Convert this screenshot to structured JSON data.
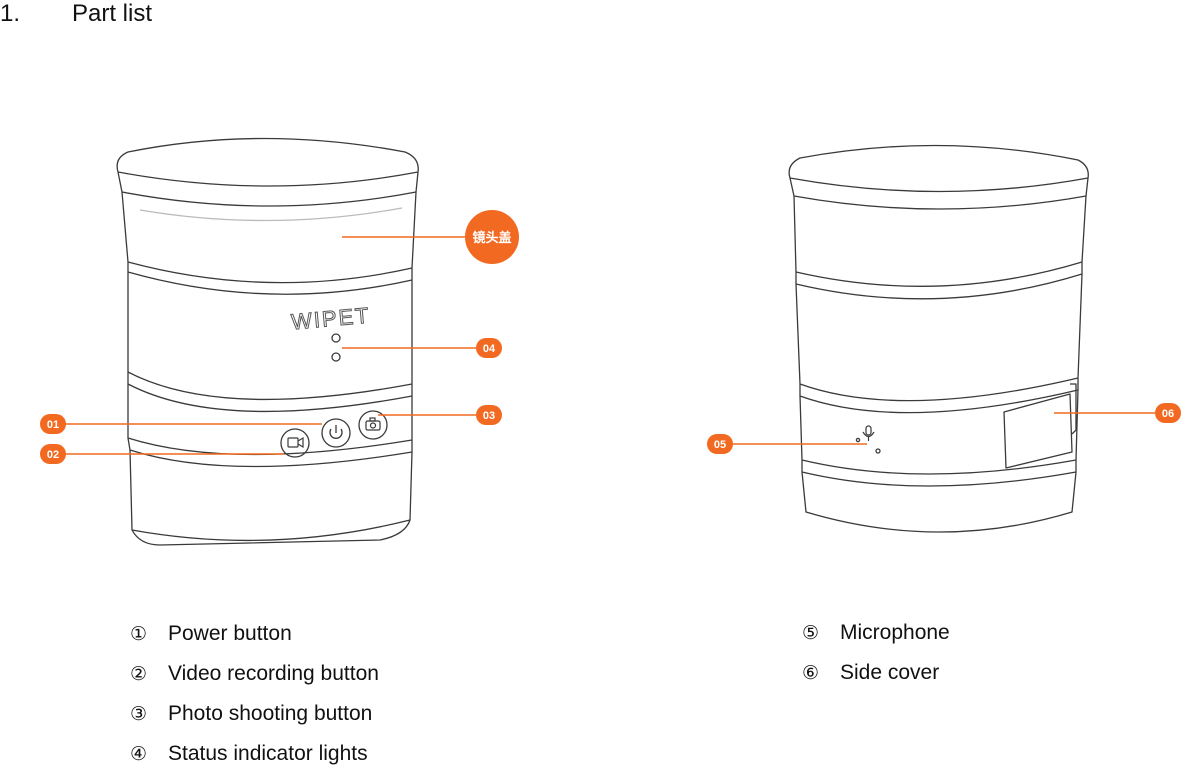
{
  "heading": {
    "number": "1.",
    "title": "Part list"
  },
  "callouts": {
    "lens_cover": "镜头盖",
    "c01": "01",
    "c02": "02",
    "c03": "03",
    "c04": "04",
    "c05": "05",
    "c06": "06"
  },
  "brand": "WIPET",
  "colors": {
    "accent": "#f26a21",
    "outline": "#3a3a3a"
  },
  "parts_left": [
    {
      "mark": "①",
      "label": "Power button"
    },
    {
      "mark": "②",
      "label": "Video recording button"
    },
    {
      "mark": "③",
      "label": "Photo shooting button"
    },
    {
      "mark": "④",
      "label": "Status indicator lights"
    }
  ],
  "parts_right": [
    {
      "mark": "⑤",
      "label": "Microphone"
    },
    {
      "mark": "⑥",
      "label": "Side cover"
    }
  ],
  "icons": {
    "power": "power-icon",
    "video": "video-camera-icon",
    "photo": "camera-icon",
    "mic": "microphone-icon"
  }
}
